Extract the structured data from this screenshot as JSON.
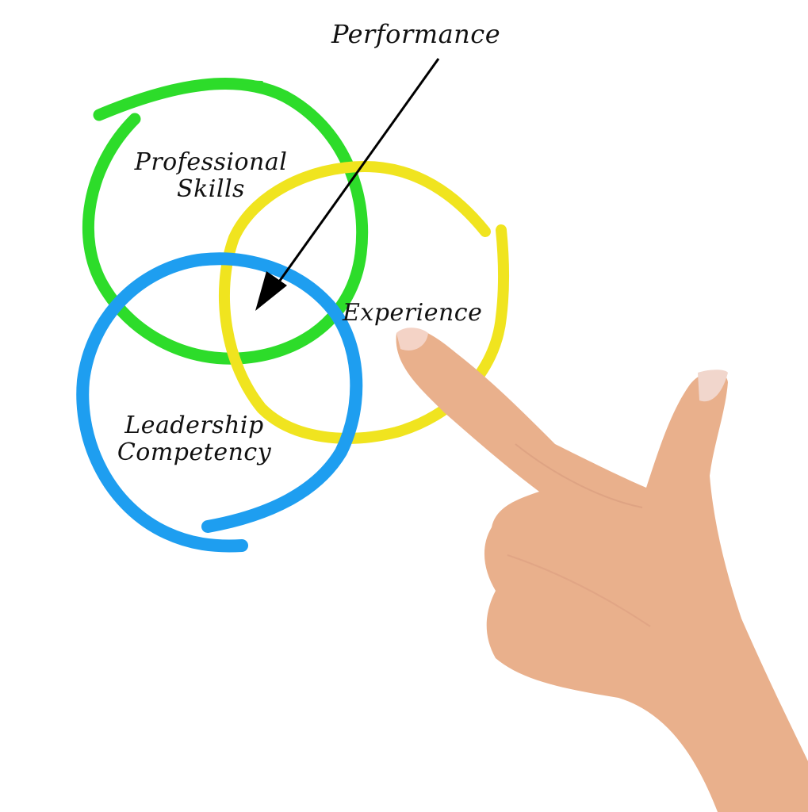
{
  "diagram": {
    "title_label": "Performance",
    "nodes": [
      {
        "id": "professional",
        "line1": "Professional",
        "line2": "Skills",
        "color": "#2ddc2a"
      },
      {
        "id": "experience",
        "line1": "Experience",
        "color": "#f0e41f"
      },
      {
        "id": "leadership",
        "line1": "Leadership",
        "line2": "Competency",
        "color": "#1e9ef0"
      }
    ],
    "arrow": {
      "from": "Performance",
      "to": "intersection",
      "color": "#000000"
    },
    "background": "#ffffff",
    "hand": {
      "description": "pointing hand touching Experience label",
      "skin": "#e9b08c"
    }
  }
}
